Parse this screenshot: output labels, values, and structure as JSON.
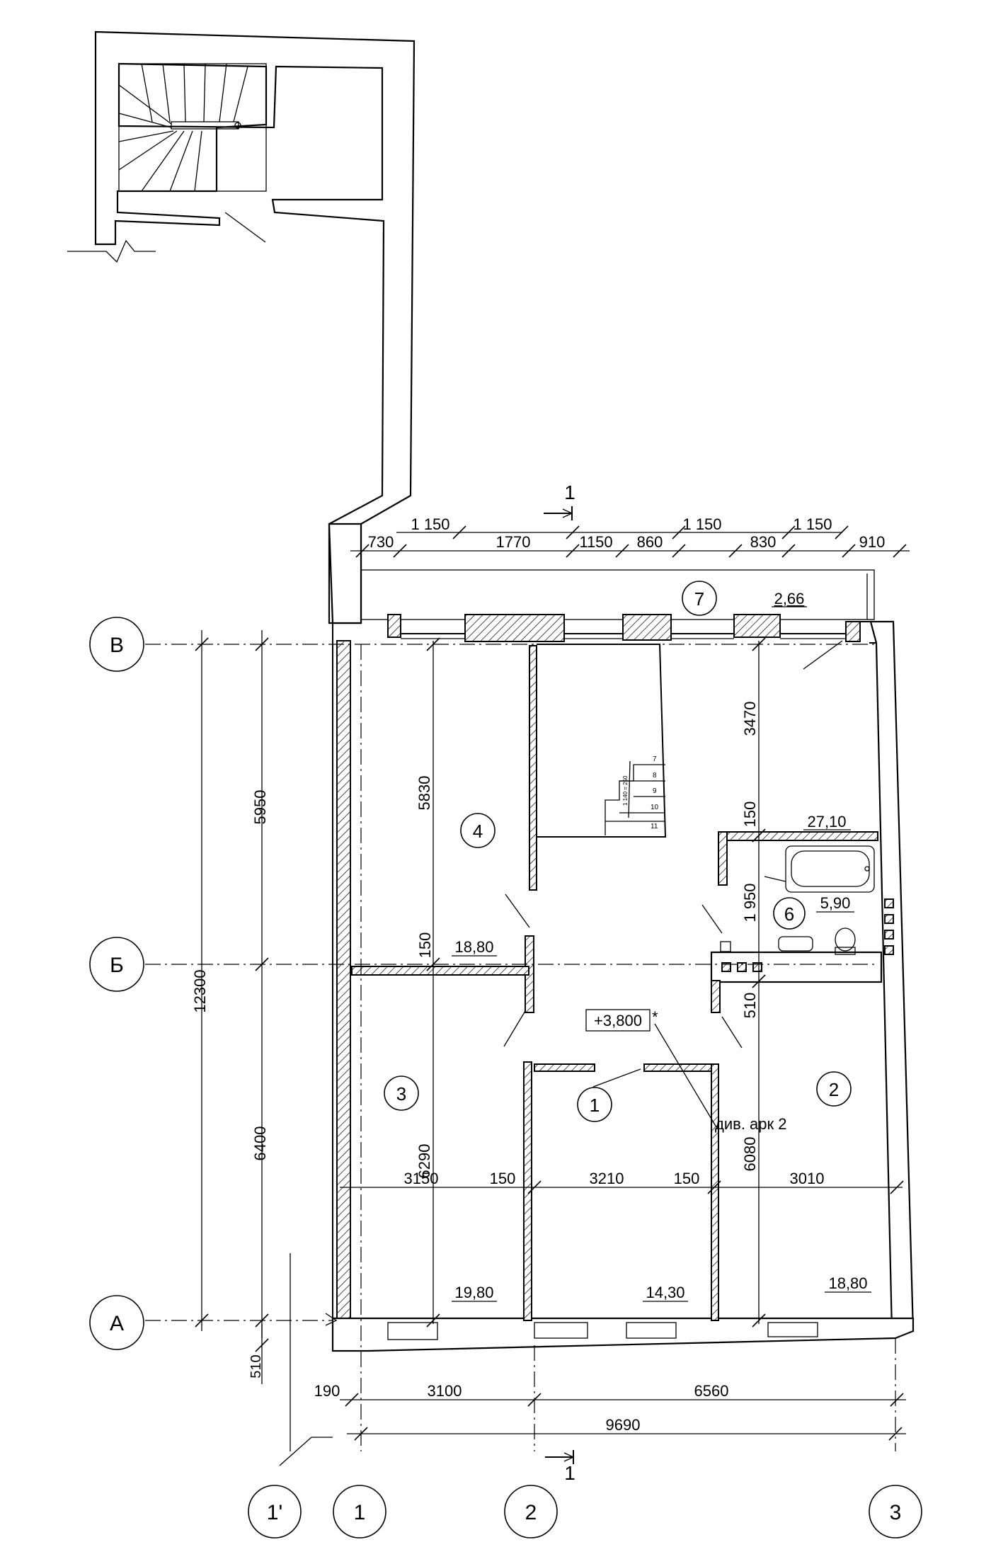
{
  "axes": {
    "rows": [
      "В",
      "Б",
      "А"
    ],
    "cols": [
      "1'",
      "1",
      "2",
      "3"
    ]
  },
  "section_marks": {
    "top": "1",
    "bottom": "1"
  },
  "dims": {
    "top_tier1": [
      "1 150",
      "1 150",
      "1 150"
    ],
    "top_tier2": [
      "730",
      "1770",
      "1150",
      "860",
      "830",
      "910"
    ],
    "left_total": "12300",
    "left_upper": "5950",
    "left_lower": "6400",
    "left_bottom": "510",
    "inner_5830": "5830",
    "inner_150_left": "150",
    "inner_6290": "6290",
    "right_3470": "3470",
    "right_150": "150",
    "right_1950": "1 950",
    "right_510": "510",
    "right_6080": "6080",
    "mid_row": [
      "3150",
      "150",
      "3210",
      "150",
      "3010"
    ],
    "bottom_row": [
      "190",
      "3100",
      "6560"
    ],
    "bottom_total": "9690"
  },
  "rooms": [
    {
      "num": "1",
      "area": "14,30"
    },
    {
      "num": "2",
      "area": "18,80"
    },
    {
      "num": "3",
      "area": "19,80"
    },
    {
      "num": "4",
      "area": "18,80"
    },
    {
      "num": "6",
      "area": "5,90"
    },
    {
      "num": "7",
      "area": "2,66"
    }
  ],
  "extra_area": "27,10",
  "level_mark": "+3,800",
  "level_star": "*",
  "note": "див. арк 2",
  "stair_steps": [
    "7",
    "8",
    "9",
    "10",
    "11"
  ],
  "stair_label": "1 140 = 250"
}
